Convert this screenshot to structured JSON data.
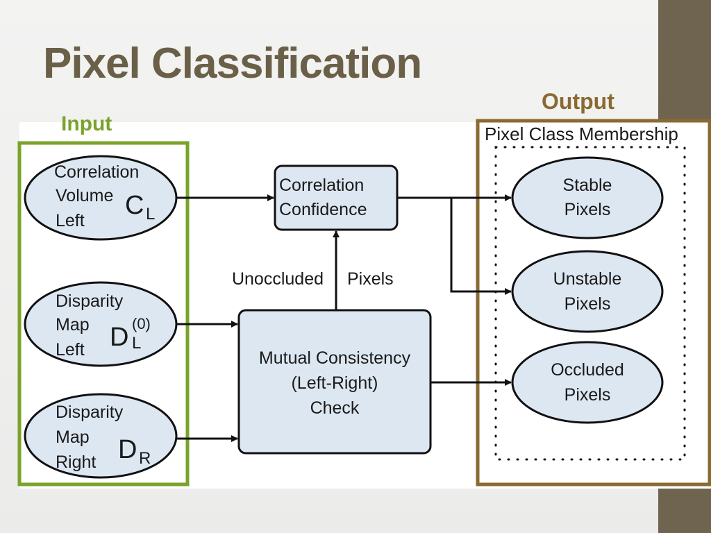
{
  "slide": {
    "title": "Pixel Classification",
    "input_label": "Input",
    "output_label": "Output"
  },
  "colors": {
    "input_frame": "#7aa32a",
    "output_frame": "#8a6a32",
    "node_fill": "#dde7f2",
    "title": "#6a6048",
    "side_band": "#6f6450"
  },
  "inputs": [
    {
      "lines": [
        "Correlation",
        "Volume",
        "Left"
      ],
      "symbol": "C",
      "sub": "L",
      "sup": ""
    },
    {
      "lines": [
        "Disparity",
        "Map",
        "Left"
      ],
      "symbol": "D",
      "sub": "L",
      "sup": "(0)"
    },
    {
      "lines": [
        "Disparity",
        "Map",
        "Right"
      ],
      "symbol": "D",
      "sub": "R",
      "sup": ""
    }
  ],
  "process": {
    "correlation_confidence": [
      "Correlation",
      "Confidence"
    ],
    "mutual_consistency": [
      "Mutual Consistency",
      "(Left-Right)",
      "Check"
    ],
    "edge_label_left": "Unoccluded",
    "edge_label_right": "Pixels"
  },
  "outputs": {
    "group_title": "Pixel Class Membership",
    "classes": [
      [
        "Stable",
        "Pixels"
      ],
      [
        "Unstable",
        "Pixels"
      ],
      [
        "Occluded",
        "Pixels"
      ]
    ]
  }
}
